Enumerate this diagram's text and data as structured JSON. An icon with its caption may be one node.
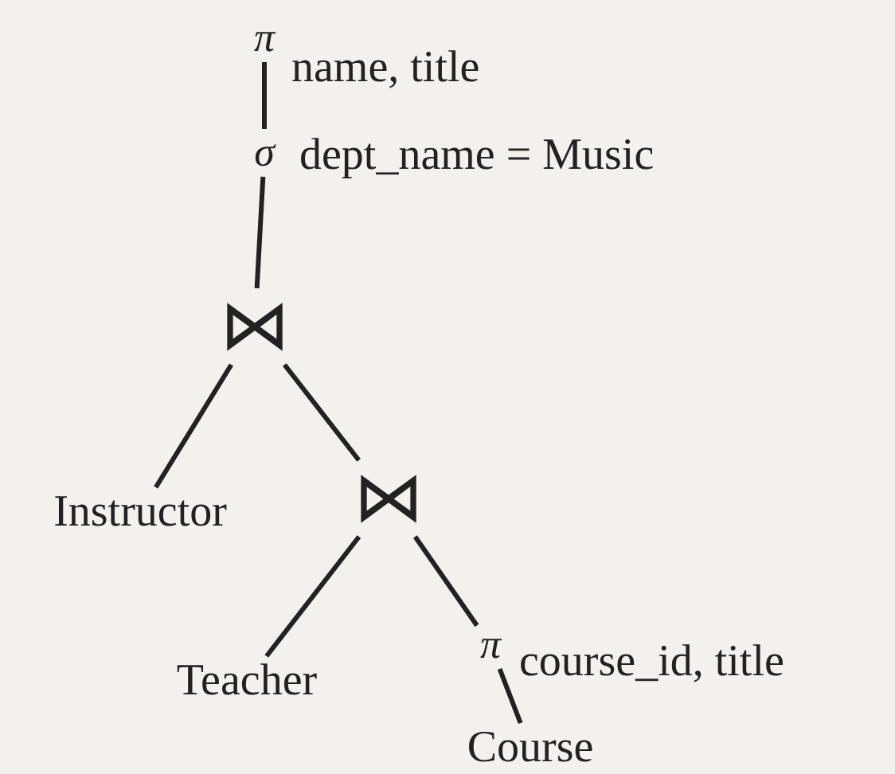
{
  "diagram": {
    "nodes": [
      {
        "text": [
          "π"
        ],
        "beside": [
          "name, title"
        ]
      },
      {
        "text": [
          "σ"
        ],
        "beside": [
          "dept_name = Music"
        ]
      },
      {
        "text": [
          "⋈"
        ]
      },
      {
        "text": [
          "Instructor"
        ]
      },
      {
        "text": [
          "⋈"
        ]
      },
      {
        "text": [
          "Teacher"
        ]
      },
      {
        "text": [
          "π"
        ],
        "beside": [
          "course_id, title"
        ]
      },
      {
        "text": [
          "Course"
        ]
      }
    ],
    "edges": [
      {
        "from": 0,
        "to": 1,
        "arrow": "none"
      },
      {
        "from": 1,
        "to": 2,
        "arrow": "none"
      },
      {
        "from": 2,
        "to": 3,
        "arrow": "none"
      },
      {
        "from": 2,
        "to": 4,
        "arrow": "none"
      },
      {
        "from": 4,
        "to": 5,
        "arrow": "none"
      },
      {
        "from": 4,
        "to": 6,
        "arrow": "none"
      },
      {
        "from": 6,
        "to": 7,
        "arrow": "none"
      }
    ]
  }
}
